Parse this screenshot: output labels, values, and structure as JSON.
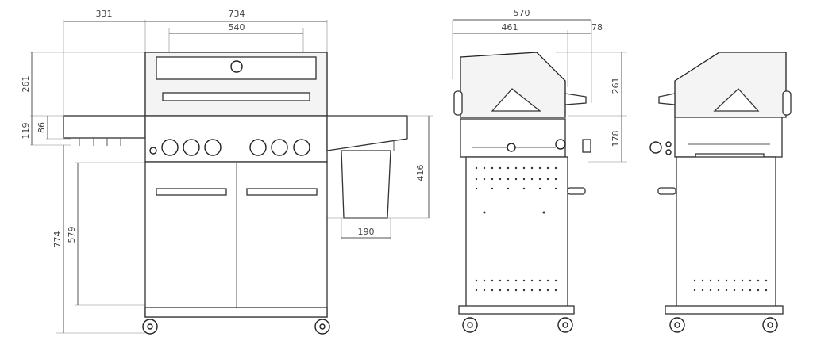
{
  "dimensions": {
    "front_side_shelf_width": "331",
    "front_main_width": "734",
    "front_lid_width": "540",
    "front_lid_height": "261",
    "front_shelf_thickness": "86",
    "front_shelf_height": "119",
    "front_cabinet_height": "579",
    "front_total_low_height": "774",
    "front_bin_height": "416",
    "front_bin_width": "190",
    "side_total_depth": "570",
    "side_body_depth": "461",
    "side_knob_depth": "78",
    "side_lid_height": "261",
    "side_firebox_height": "178"
  },
  "colors": {
    "line": "#333333",
    "dimension": "#555555",
    "background": "#ffffff"
  }
}
